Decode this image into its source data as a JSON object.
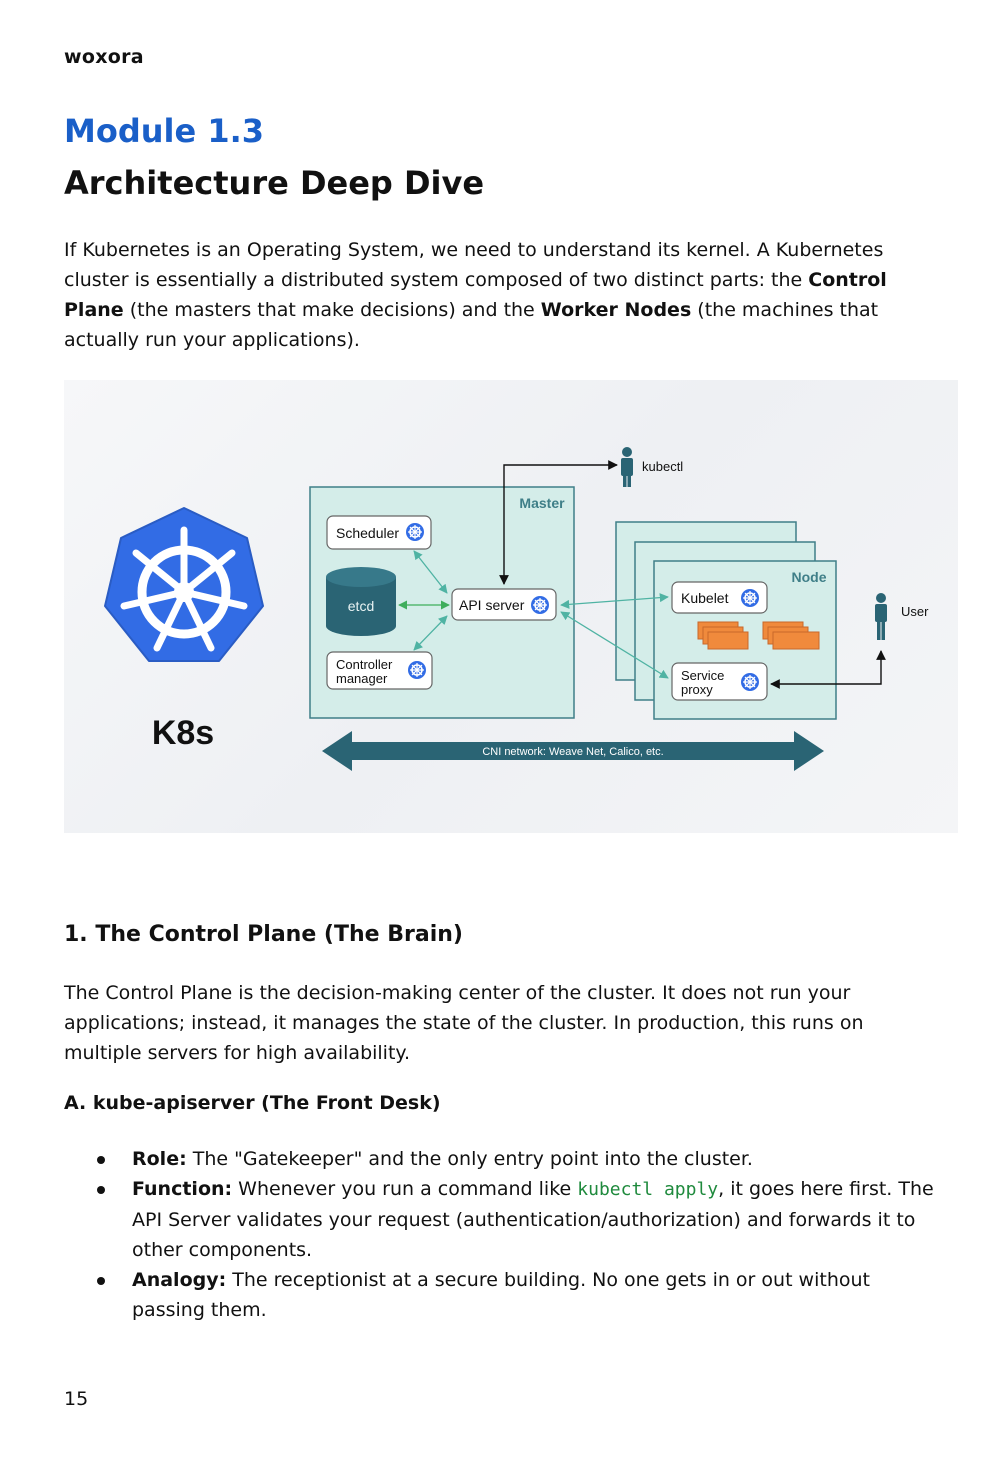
{
  "header": {
    "brand": "woxora"
  },
  "module_label": "Module 1.3",
  "page_title": "Architecture Deep Dive",
  "intro": {
    "part1": "If Kubernetes is an Operating System, we need to understand its kernel. A Kubernetes cluster is essentially a distributed system composed of two distinct parts: the ",
    "bold1": "Control Plane",
    "part2": " (the masters that make decisions) and the ",
    "bold2": "Worker Nodes",
    "part3": " (the machines that actually run your applications)."
  },
  "diagram": {
    "logo_label": "K8s",
    "master_label": "Master",
    "node_label": "Node",
    "scheduler": "Scheduler",
    "etcd": "etcd",
    "api_server": "API server",
    "controller_line1": "Controller",
    "controller_line2": "manager",
    "kubelet": "Kubelet",
    "service_line1": "Service",
    "service_line2": "proxy",
    "kubectl": "kubectl",
    "user": "User",
    "network": "CNI network: Weave Net, Calico, etc.",
    "colors": {
      "teal_fill": "#d4ede9",
      "teal_stroke": "#3f7f88",
      "dark_teal": "#2a6474",
      "k8s_blue": "#326ce5",
      "pod_orange": "#f08a3c"
    }
  },
  "section1": {
    "heading": "1. The Control Plane (The Brain)",
    "para": "The Control Plane is the decision-making center of the cluster. It does not run your applications; instead, it manages the state of the cluster. In production, this runs on multiple servers for high availability."
  },
  "subsection_a": {
    "heading": "A. kube-apiserver (The Front Desk)",
    "bullets": [
      {
        "label": "Role:",
        "text": " The \"Gatekeeper\" and the only entry point into the cluster."
      },
      {
        "label": "Function:",
        "text_before": " Whenever you run a command like ",
        "code": "kubectl apply",
        "text_after": ", it goes here first. The API Server validates your request (authentication/authorization) and forwards it to other components."
      },
      {
        "label": "Analogy:",
        "text": " The receptionist at a secure building. No one gets in or out without passing them."
      }
    ]
  },
  "page_number": "15"
}
